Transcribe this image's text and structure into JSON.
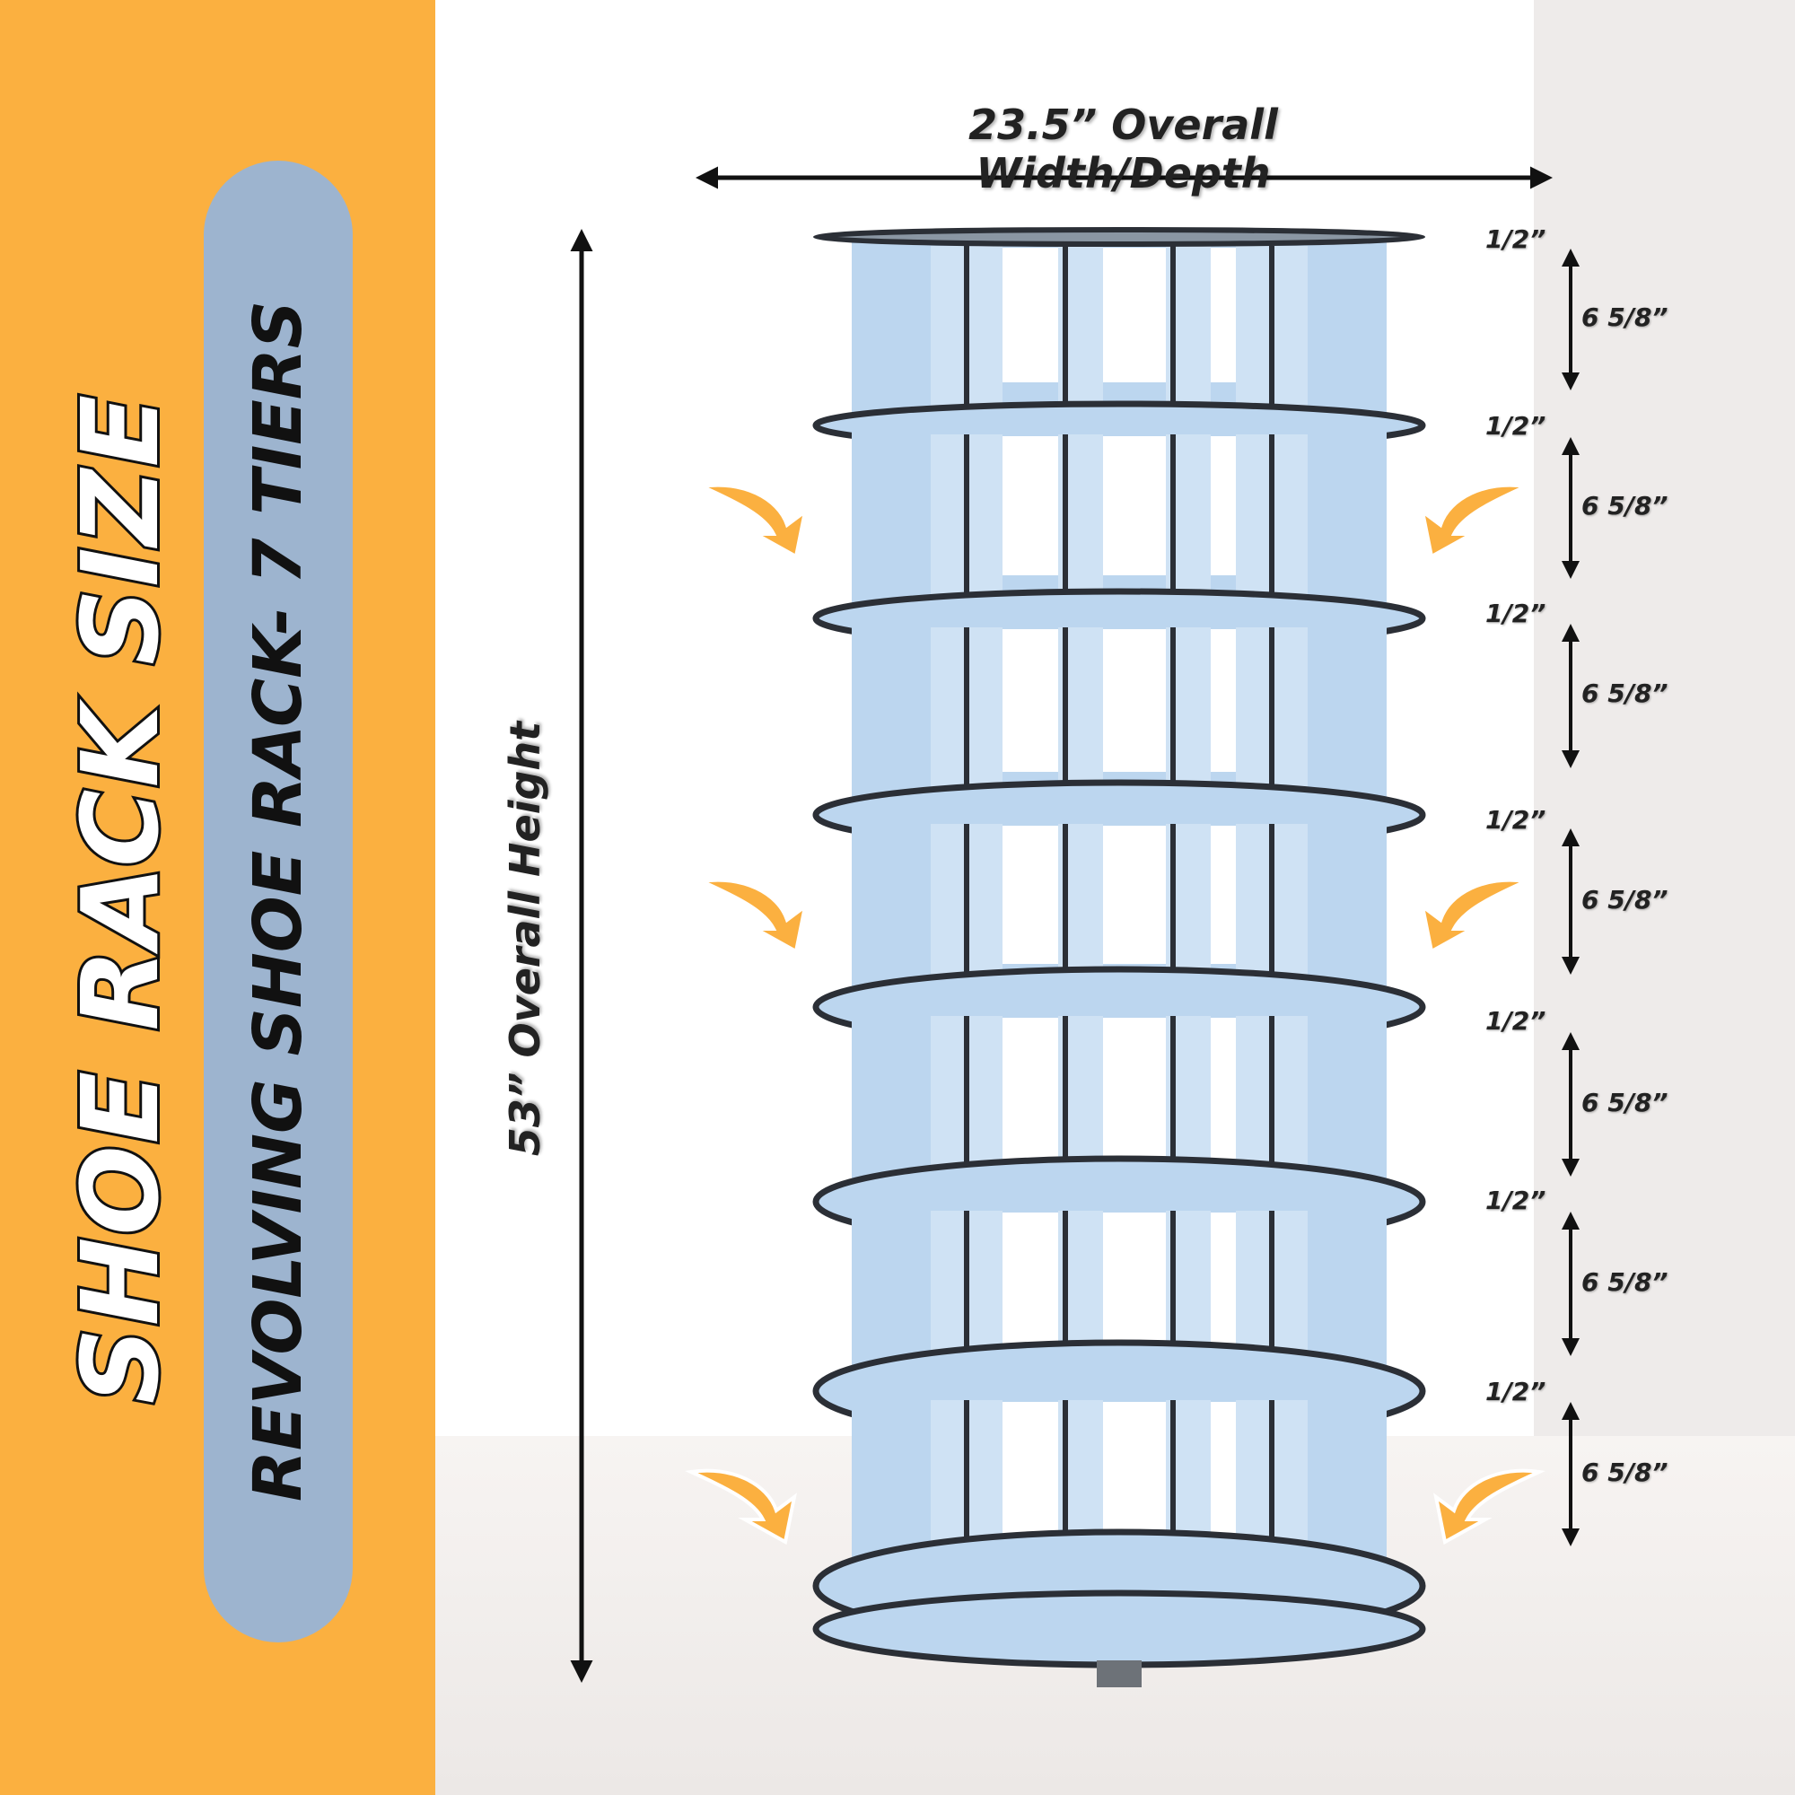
{
  "title": "SHOE RACK SIZE",
  "subtitle": "REVOLVING SHOE RACK- 7 TIERS",
  "dimensions": {
    "width_label": "23.5” Overall Width/Depth",
    "height_label": "53” Overall Height",
    "tiers": [
      {
        "shelf_thickness": "1/2”",
        "tier_height": "6 5/8”"
      },
      {
        "shelf_thickness": "1/2”",
        "tier_height": "6 5/8”"
      },
      {
        "shelf_thickness": "1/2”",
        "tier_height": "6 5/8”"
      },
      {
        "shelf_thickness": "1/2”",
        "tier_height": "6 5/8”"
      },
      {
        "shelf_thickness": "1/2”",
        "tier_height": "6 5/8”"
      },
      {
        "shelf_thickness": "1/2”",
        "tier_height": "6 5/8”"
      },
      {
        "shelf_thickness": "1/2”",
        "tier_height": "6 5/8”"
      }
    ]
  },
  "colors": {
    "accent_orange": "#fbb040",
    "pill_blue": "#9db4cf",
    "rack_blue": "#bcd6ef",
    "edge": "#2b2f36"
  },
  "icons": [
    "curved-arrow-icon",
    "double-arrow-icon"
  ]
}
